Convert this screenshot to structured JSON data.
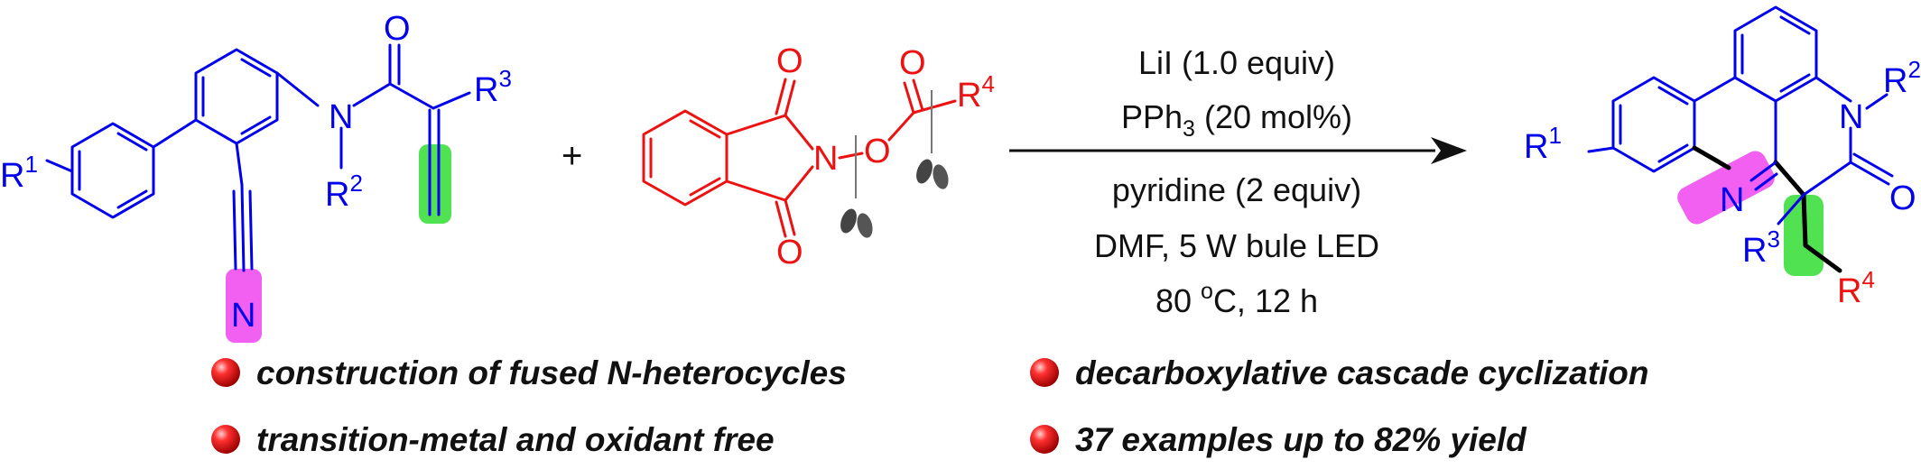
{
  "reactant1": {
    "atoms": {
      "O": "O",
      "N": "N",
      "R1": "R",
      "R1_sup": "1",
      "R2": "R",
      "R2_sup": "2",
      "R3": "R",
      "R3_sup": "3",
      "CN_N": "N"
    }
  },
  "plus": "+",
  "reactant2": {
    "atoms": {
      "O_top": "O",
      "O_bottom": "O",
      "N": "N",
      "O_link": "O",
      "O_carbonyl": "O",
      "R4": "R",
      "R4_sup": "4"
    }
  },
  "conditions": {
    "line1": "LiI (1.0 equiv)",
    "line2_pre": "PPh",
    "line2_sub": "3",
    "line2_post": " (20 mol%)",
    "line3": "pyridine (2 equiv)",
    "line4": "DMF,  5 W bule LED",
    "line5_pre": "80 ",
    "line5_sup": "o",
    "line5_post": "C, 12 h"
  },
  "product": {
    "atoms": {
      "R1": "R",
      "R1_sup": "1",
      "N_amide": "N",
      "R2": "R",
      "R2_sup": "2",
      "O": "O",
      "N_ring": "N",
      "R3": "R",
      "R3_sup": "3",
      "R4": "R",
      "R4_sup": "4"
    }
  },
  "bullets": [
    {
      "text": "construction of fused N-heterocycles"
    },
    {
      "text": "decarboxylative cascade cyclization"
    },
    {
      "text": "transition-metal and oxidant free"
    },
    {
      "text": "37 examples up to 82% yield"
    }
  ],
  "colors": {
    "reactant_blue": "#0000ee",
    "reagent_red": "#ee1111",
    "highlight_magenta": "#ee44ee",
    "highlight_green": "#33dd33",
    "bullet_red": "#dd1111"
  }
}
